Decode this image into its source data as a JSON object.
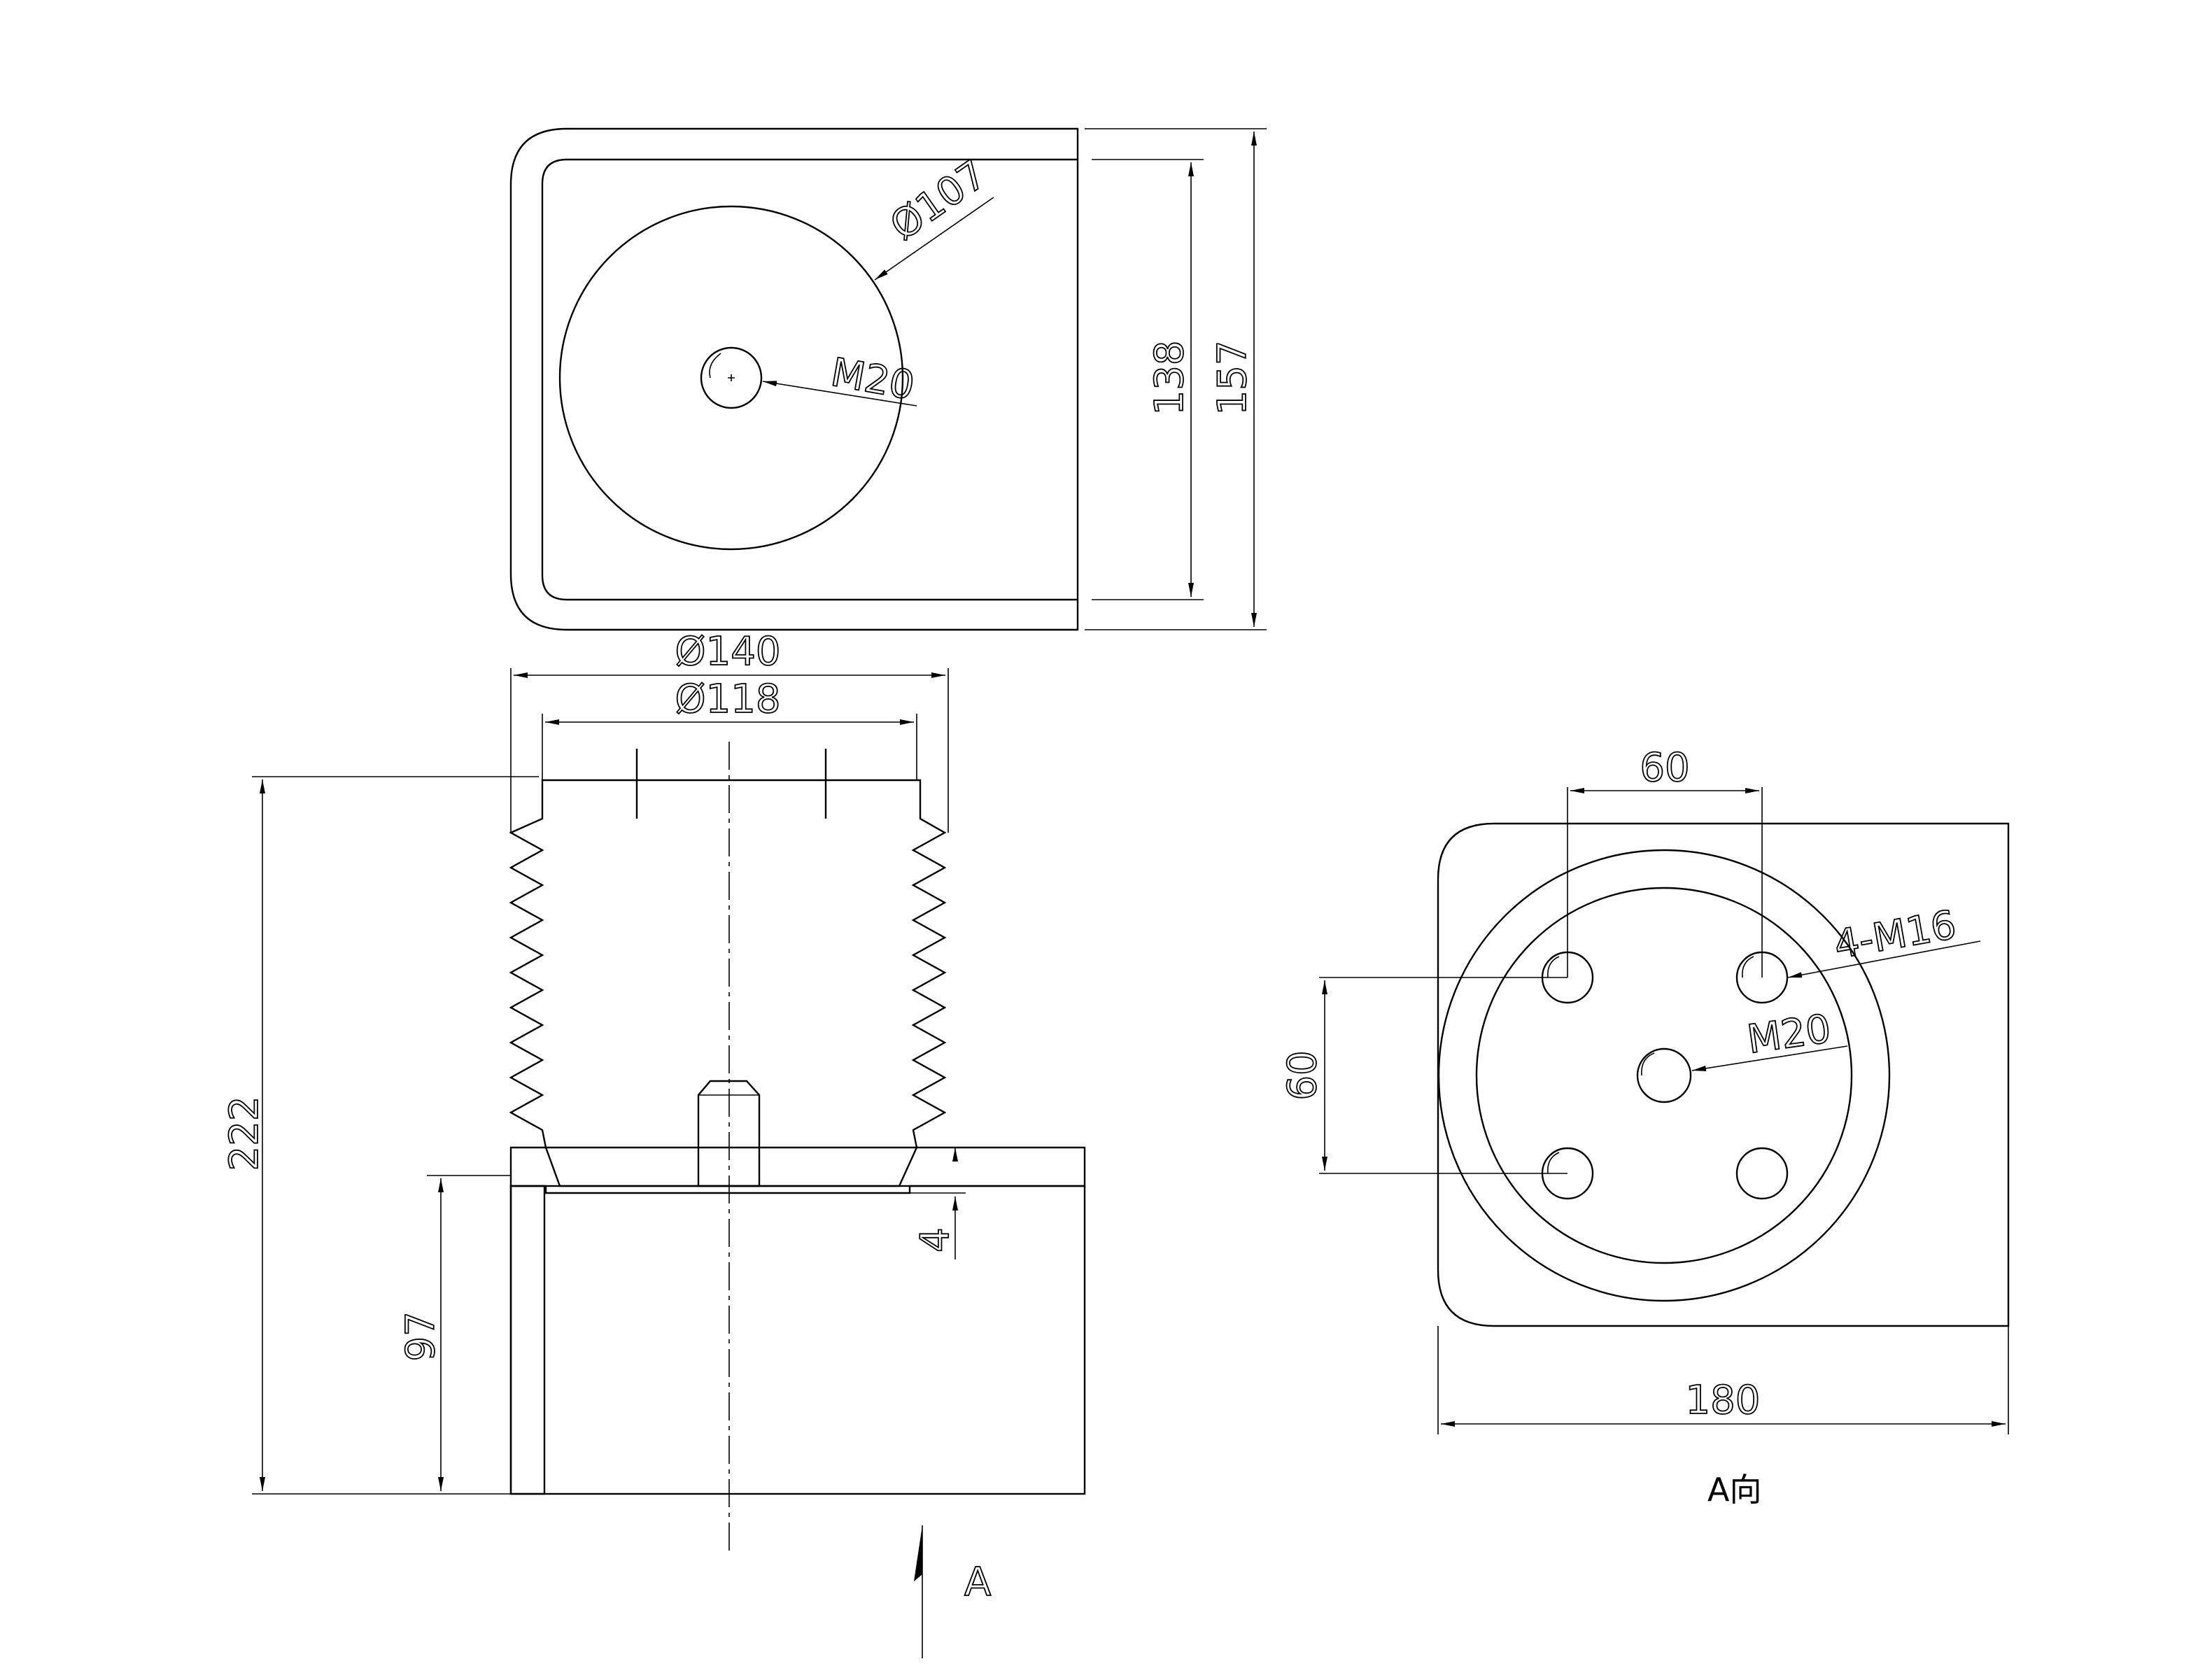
{
  "top_view": {
    "dim_width": "157",
    "dim_inner": "138",
    "dia_disc": "Ø107",
    "thread": "M20"
  },
  "section_view": {
    "dia_outer": "Ø140",
    "dia_inner": "Ø118",
    "height_total": "222",
    "height_base": "97",
    "gap": "4",
    "view_arrow": "A"
  },
  "view_a": {
    "spacing_h": "60",
    "spacing_v": "60",
    "holes": "4-M16",
    "thread": "M20",
    "width": "180",
    "caption": "A向"
  }
}
